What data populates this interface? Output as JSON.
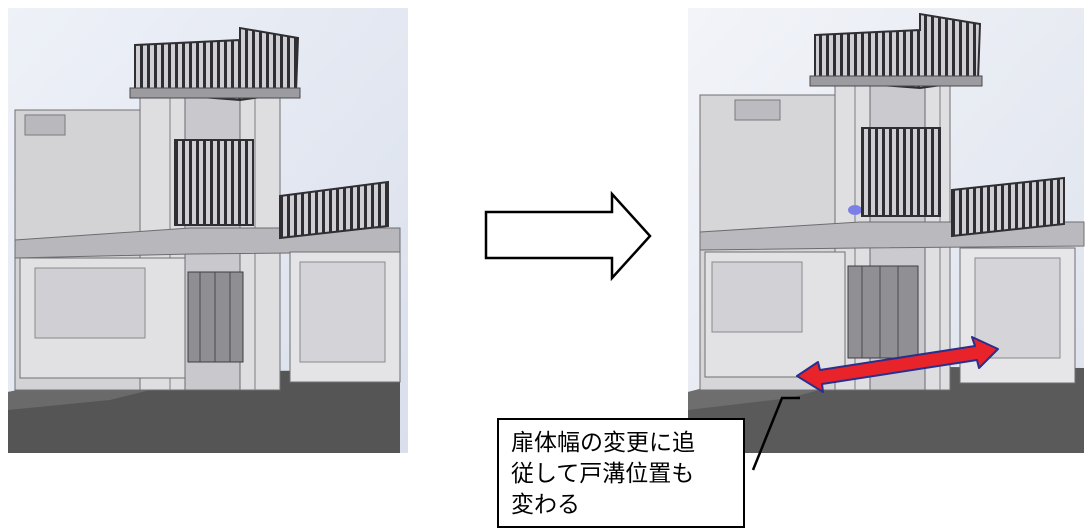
{
  "callout": {
    "lines": [
      "扉体幅の変更に追",
      "従して戸溝位置も",
      "変わる"
    ]
  },
  "colors": {
    "ground": "#555555",
    "wall_fill": "#dcdcde",
    "edge": "#6f6f72",
    "railing": "#2e2e33",
    "arrow_fill": "#e8242a",
    "arrow_outline": "#2a2f8e",
    "sky": "#e6eaf3"
  },
  "icons": {
    "process_arrow": "right-arrow-outline",
    "dimension_arrow": "double-headed-arrow"
  }
}
